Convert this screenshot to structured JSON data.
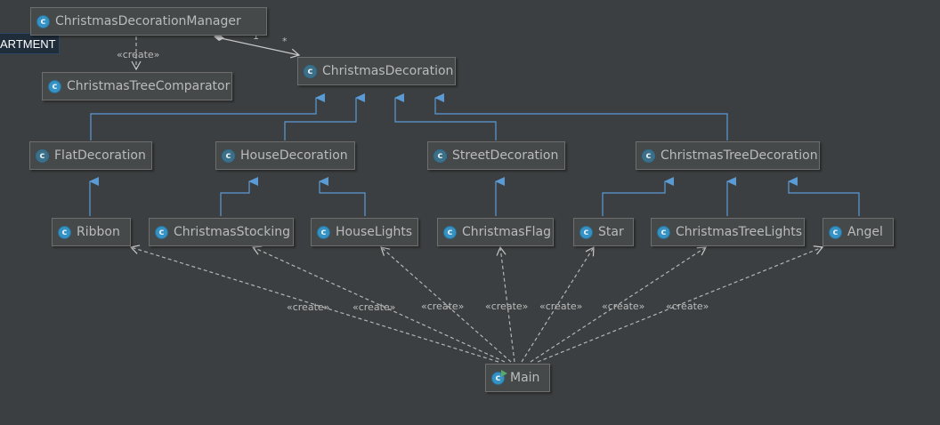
{
  "side_tab": "ARTMENT",
  "classes": {
    "manager": "ChristmasDecorationManager",
    "comparator": "ChristmasTreeComparator",
    "decoration": "ChristmasDecoration",
    "flat": "FlatDecoration",
    "house": "HouseDecoration",
    "street": "StreetDecoration",
    "tree": "ChristmasTreeDecoration",
    "ribbon": "Ribbon",
    "stocking": "ChristmasStocking",
    "houselights": "HouseLights",
    "flag": "ChristmasFlag",
    "star": "Star",
    "treelights": "ChristmasTreeLights",
    "angel": "Angel",
    "main": "Main"
  },
  "class_icon_letter": "c",
  "stereotype": "«create»",
  "multiplicity": {
    "source": "1",
    "target": "*"
  },
  "colors": {
    "background": "#3c3f41",
    "inheritance": "#5b9bd5",
    "dependency": "#b4b4b4",
    "icon": "#3592c4"
  }
}
